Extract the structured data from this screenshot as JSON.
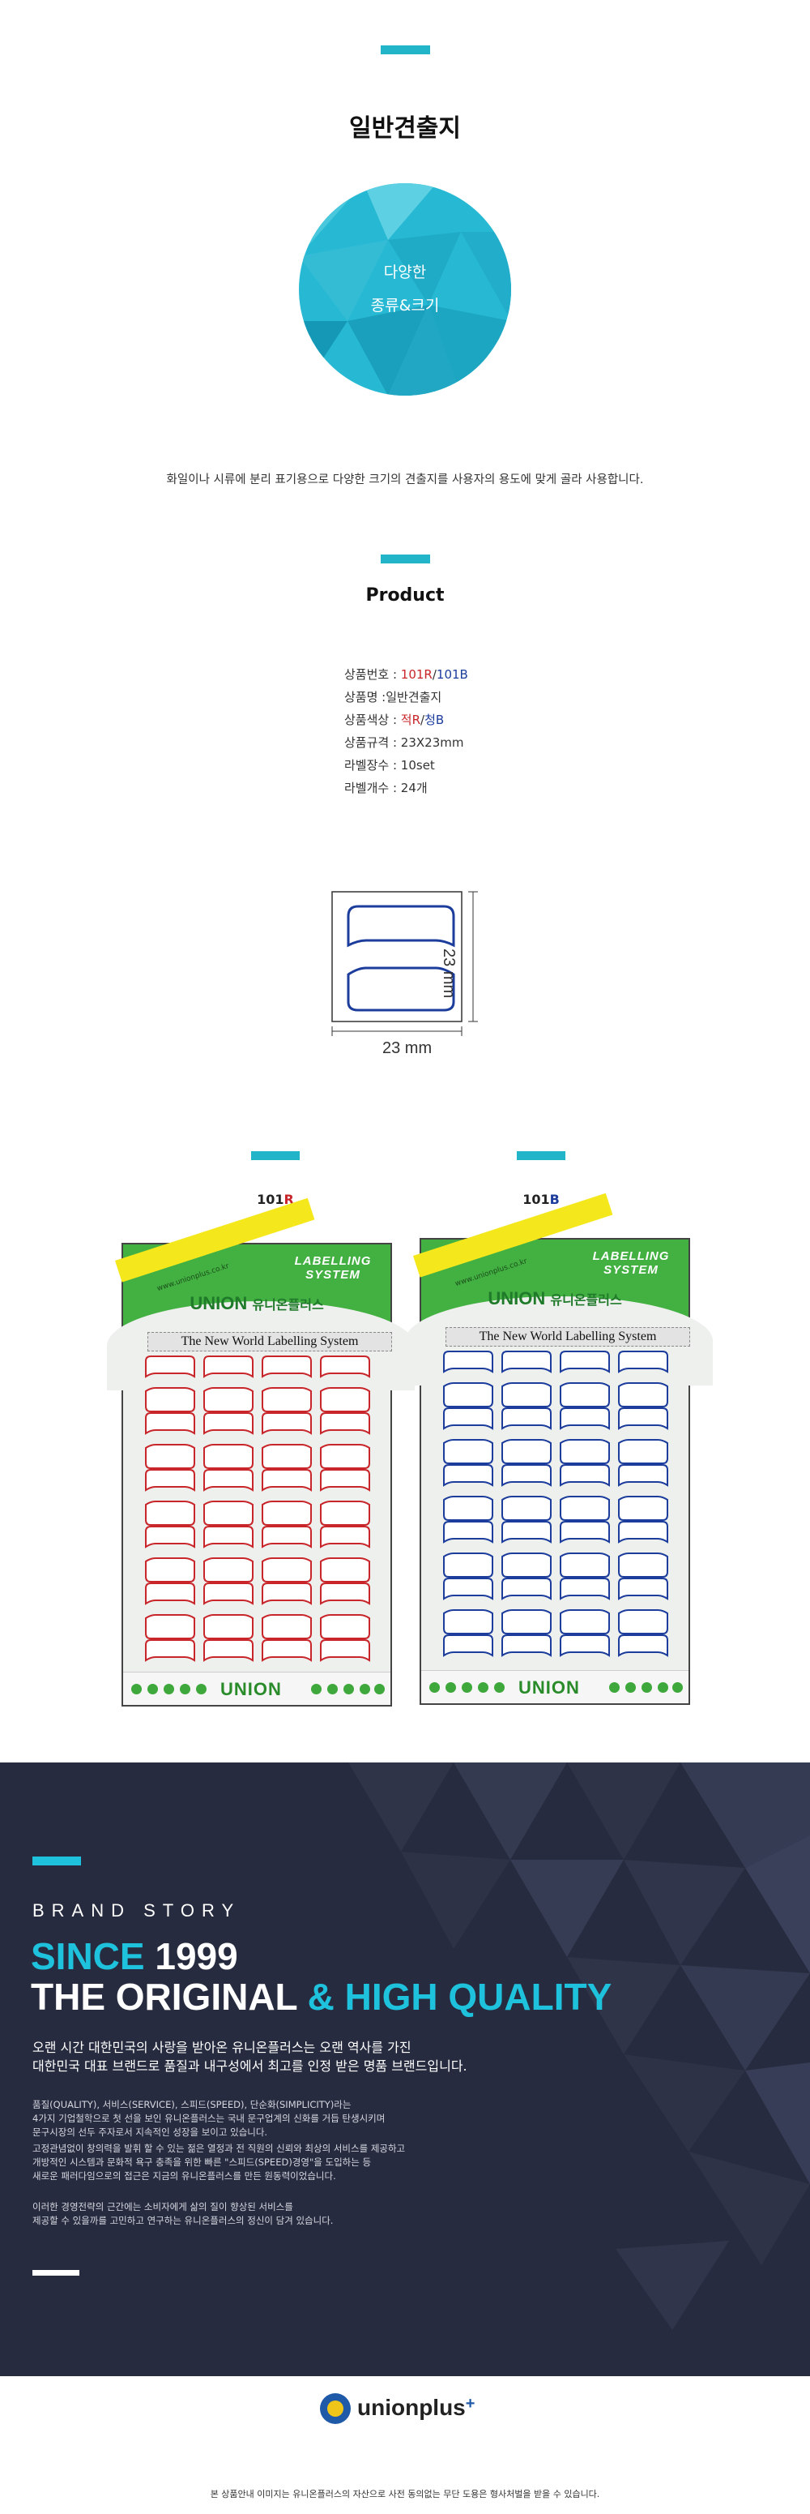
{
  "intro": {
    "title": "일반견출지",
    "circle_line1": "다양한",
    "circle_line2": "종류&크기",
    "description": "화일이나 시류에 분리 표기용으로 다양한 크기의 견출지를 사용자의 용도에 맞게 골라 사용합니다."
  },
  "product": {
    "heading": "Product",
    "specs": {
      "code_label": "상품번호 : ",
      "code_r": "101R",
      "code_sep": "/",
      "code_b": "101B",
      "name": "상품명 :일반견출지",
      "color_label": "상품색상 : ",
      "color_r": "적R",
      "color_sep": "/",
      "color_b": "청B",
      "size": "상품규격 : 23X23mm",
      "sheets": "라벨장수 : 10set",
      "count": "라벨개수 : 24개"
    },
    "dimension": {
      "height": "23 mm",
      "width": "23 mm"
    }
  },
  "variants": {
    "red": {
      "prefix": "101",
      "suffix": "R"
    },
    "blue": {
      "prefix": "101",
      "suffix": "B"
    }
  },
  "card": {
    "url": "www.unionplus.co.kr",
    "system_line1": "LABELLING",
    "system_line2": "SYSTEM",
    "brand": "UNION",
    "brand_kr": "유니온플러스",
    "title": "The New World Labelling System",
    "footer_brand": "UNION",
    "colors": {
      "red": "#c8262a",
      "blue": "#1c3d9c",
      "green": "#43b042"
    }
  },
  "brand_story": {
    "label": "BRAND STORY",
    "since_word": "SINCE",
    "since_year": " 1999",
    "original": "THE ORIGINAL",
    "quality": " & HIGH QUALITY",
    "lead1": "오랜 시간 대한민국의 사랑을 받아온 유니온플러스는 오랜 역사를 가진",
    "lead2": "대한민국 대표 브랜드로 품질과 내구성에서 최고를 인정 받은 명품 브랜드입니다.",
    "p1": "품질(QUALITY), 서비스(SERVICE), 스피드(SPEED), 단순화(SIMPLICITY)라는",
    "p2": "4가지 기업철학으로 첫 선을 보인 유니온플러스는 국내 문구업계의 신화를 거듭 탄생시키며",
    "p3": "문구시장의 선두 주자로서 지속적인 성장을 보이고 있습니다.",
    "p4": "고정관념없이 창의력을 발휘 할 수 있는 젊은 열정과 전 직원의 신뢰와 최상의 서비스를 제공하고",
    "p5": "개방적인 시스템과 문화적 욕구 충족을 위한 빠른 \"스피드(SPEED)경영\"을 도입하는 등",
    "p6": "새로운 패러다임으로의 접근은 지금의 유니온플러스를 만든 원동력이었습니다.",
    "p7": "이러한 경영전략의 근간에는 소비자에게 삶의 질이 향상된 서비스를",
    "p8": "제공할 수 있을까를 고민하고 연구하는 유니온플러스의 정신이 담겨 있습니다.",
    "accent": "#1ec2dc"
  },
  "footer": {
    "logo_text": "unionplus",
    "logo_plus": "+",
    "notice": "본 상품안내 이미지는 유니온플러스의 자산으로 사전 동의없는 무단 도용은 형사처벌을 받을 수 있습니다."
  }
}
